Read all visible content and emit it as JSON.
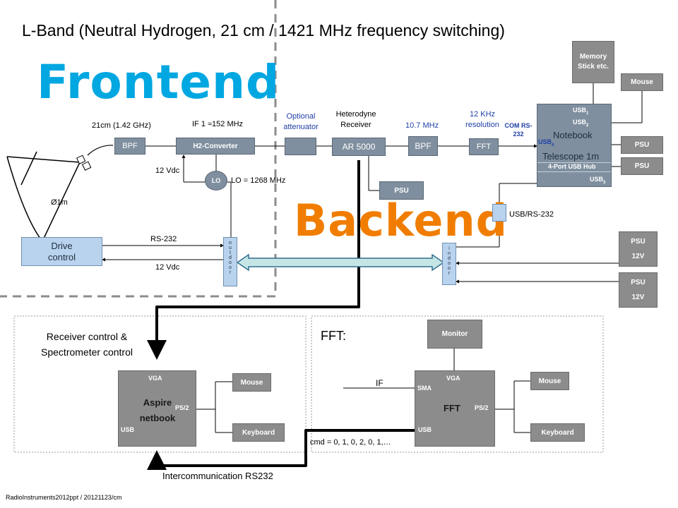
{
  "title": "L-Band (Neutral Hydrogen, 21 cm / 1421 MHz frequency switching)",
  "labels": {
    "frontend": "Frontend",
    "backend": "Backend",
    "footer": "RadioInstruments2012ppt / 20121123/cm",
    "dish_diameter": "Ø1m",
    "wavelength": "21cm (1.42 GHz)",
    "if1": "IF 1 ≈152 MHz",
    "optional_attenuator": "Optional attenuator",
    "heterodyne_receiver": "Heterodyne Receiver",
    "if2": "10.7 MHz",
    "resolution": "12 KHz resolution",
    "com_port": "COM RS-232",
    "lo_freq": "LO = 1268 MHz",
    "vdc_frontend": "12 Vdc",
    "rs232": "RS-232",
    "vdc_drive": "12 Vdc",
    "usb_rs232": "USB/RS-232",
    "receiver_control": "Receiver control & Spectrometer control",
    "fft_section": "FFT:",
    "if_input": "IF",
    "cmd_sequence": "cmd = 0, 1, 0, 2, 0, 1,…",
    "intercom": "Intercommunication RS232"
  },
  "blocks": {
    "bpf1": "BPF",
    "h2_converter": "H2-Converter",
    "lo": "LO",
    "attenuator": "",
    "ar5000": "AR 5000",
    "bpf2": "BPF",
    "fft_frontend": "FFT",
    "psu_receiver": "PSU",
    "memory_stick": "Memory Stick etc.",
    "mouse_top": "Mouse",
    "psu_right1": "PSU",
    "psu_right2": "PSU",
    "psu_12v_1": "PSU",
    "psu_12v_1_volt": "12V",
    "psu_12v_2": "PSU",
    "psu_12v_2_volt": "12V",
    "drive_control": "Drive control",
    "outdoor": "outdoor",
    "indoor": "indoor",
    "usb_rs232_box": "",
    "monitor": "Monitor"
  },
  "notebook": {
    "label": "Notebook",
    "sublabel": "Telescope 1m",
    "usb1": "USB",
    "usb1_sub": "1",
    "usb2": "USB",
    "usb2_sub": "2",
    "usb3": "USB",
    "usb3_sub": "3",
    "usb4": "USB",
    "usb4_sub": "4",
    "hub": "4-Port USB Hub"
  },
  "aspire": {
    "vga": "VGA",
    "name": "Aspire netbook",
    "ps2": "PS/2",
    "usb": "USB",
    "mouse": "Mouse",
    "keyboard": "Keyboard"
  },
  "fft_pc": {
    "vga": "VGA",
    "sma": "SMA",
    "name": "FFT",
    "ps2": "PS/2",
    "usb": "USB",
    "mouse": "Mouse",
    "keyboard": "Keyboard"
  },
  "colors": {
    "accent_orange": "#f07d00",
    "accent_cyan": "#00a7e1",
    "label_blue": "#1f3fa6",
    "block_steel": "#7f8f9f",
    "block_grey": "#8c8c8c",
    "block_lightblue": "#b9d3ee"
  }
}
